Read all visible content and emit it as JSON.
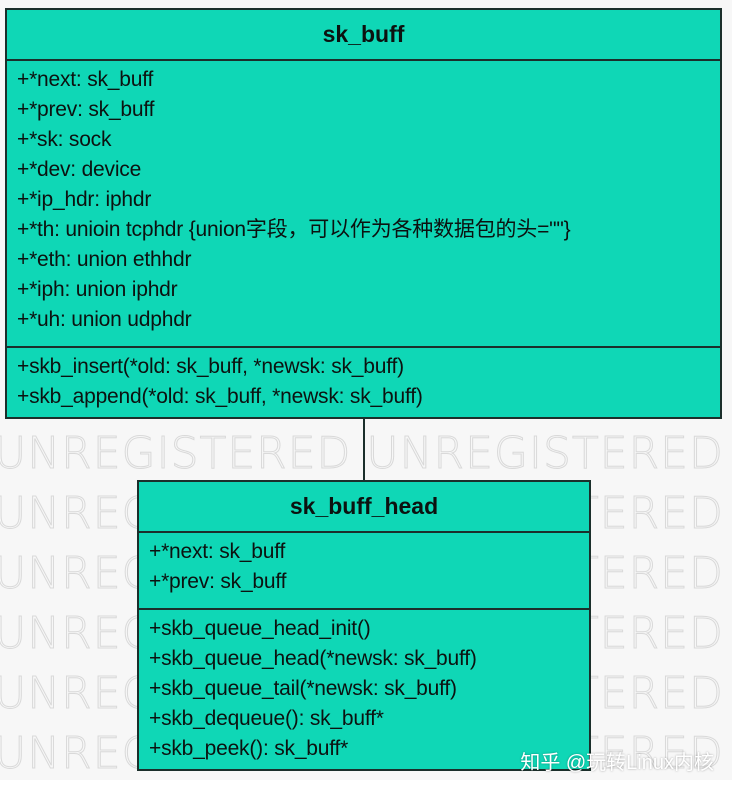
{
  "diagram": {
    "type": "UML class diagram",
    "colors": {
      "class_fill": "#0fd7b6",
      "class_border": "#1b2f2b",
      "text": "#0c1210",
      "watermark": "#d9d9d9",
      "background": "#f7f7f7"
    },
    "watermark_text": "UNREGISTERED UNREGISTERED",
    "classes": [
      {
        "name": "sk_buff",
        "attributes": [
          "+*next: sk_buff",
          "+*prev: sk_buff",
          "+*sk: sock",
          "+*dev: device",
          "+*ip_hdr: iphdr",
          "+*th: unioin tcphdr {union字段，可以作为各种数据包的头=\"\"}",
          "+*eth: union ethhdr",
          "+*iph: union iphdr",
          "+*uh: union udphdr"
        ],
        "methods": [
          "+skb_insert(*old: sk_buff, *newsk: sk_buff)",
          "+skb_append(*old: sk_buff, *newsk: sk_buff)"
        ]
      },
      {
        "name": "sk_buff_head",
        "attributes": [
          "+*next: sk_buff",
          "+*prev: sk_buff"
        ],
        "methods": [
          "+skb_queue_head_init()",
          "+skb_queue_head(*newsk: sk_buff)",
          "+skb_queue_tail(*newsk: sk_buff)",
          "+skb_dequeue(): sk_buff*",
          "+skb_peek(): sk_buff*"
        ]
      }
    ],
    "relationships": [
      {
        "from": "sk_buff",
        "to": "sk_buff_head",
        "type": "association"
      }
    ],
    "credit": "知乎 @玩转Linux内核"
  }
}
